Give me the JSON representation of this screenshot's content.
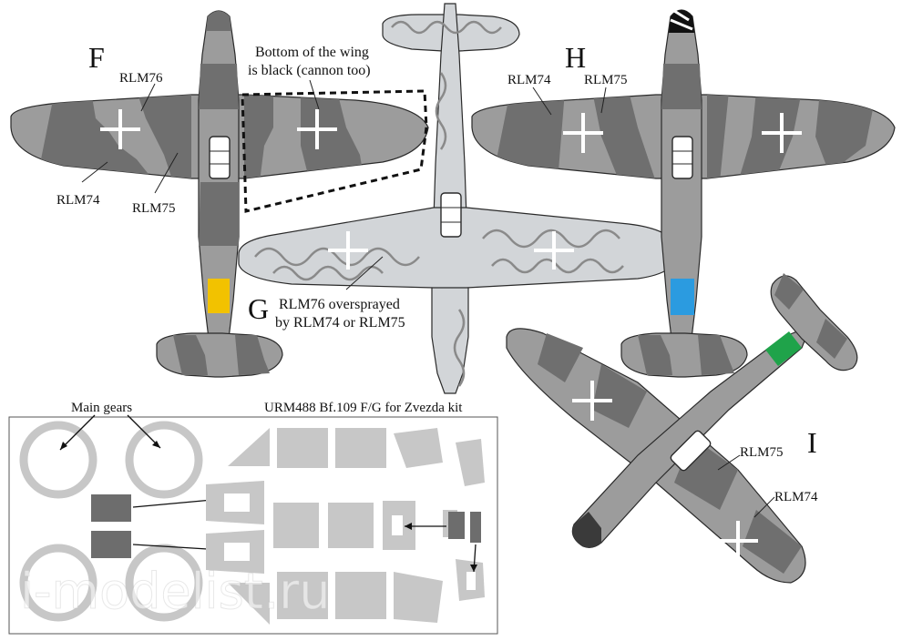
{
  "variants": {
    "f": {
      "letter": "F",
      "note_line1": "Bottom of the wing",
      "note_line2": "is black (cannon too)",
      "label_rlm76": "RLM76",
      "label_rlm74": "RLM74",
      "label_rlm75": "RLM75"
    },
    "g": {
      "letter": "G",
      "note_line1": "RLM76 oversprayed",
      "note_line2": "by RLM74 or RLM75"
    },
    "h": {
      "letter": "H",
      "label_rlm74": "RLM74",
      "label_rlm75": "RLM75"
    },
    "i": {
      "letter": "I",
      "label_rlm75": "RLM75",
      "label_rlm74": "RLM74"
    }
  },
  "mask_sheet": {
    "title": "URM488 Bf.109 F/G for Zvezda kit",
    "main_gears_label": "Main gears"
  },
  "watermark": "i-modelist.ru",
  "colors": {
    "rlm74": "#6f6f6f",
    "rlm75": "#9c9c9c",
    "rlm76": "#d2d5d8",
    "yellow_band": "#f2c200",
    "blue_band": "#2b9be0",
    "green_band": "#1fa34a",
    "outline": "#2a2a2a",
    "mask_fill": "#c7c7c7",
    "mask_dark": "#6d6d6d"
  }
}
